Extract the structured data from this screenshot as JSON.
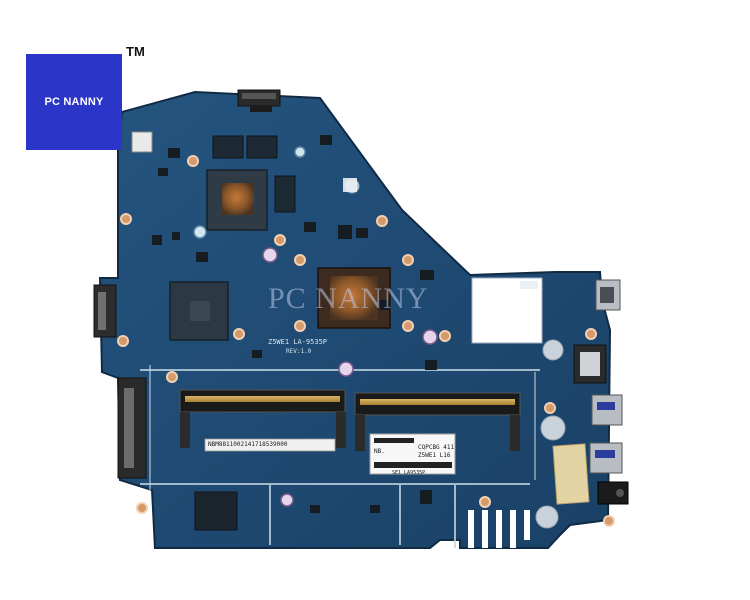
{
  "branding": {
    "logo_text": "PC NANNY",
    "trademark": "TM",
    "watermark": "PC NANNY",
    "colors": {
      "logo_bg": "#2b35c8",
      "board": "#1f4a73",
      "watermark": "#bfc8eb"
    }
  },
  "board": {
    "silkscreen_model": "Z5WE1 LA-9535P",
    "silkscreen_rev": "REV:1.0",
    "label_top": "CQPCBG 411",
    "label_sub": "Z5WE1 L16",
    "label_small_a": "NB.",
    "label_small_b": "SE1 LA9535P",
    "strip_label": "NBM8811002141718539000"
  }
}
